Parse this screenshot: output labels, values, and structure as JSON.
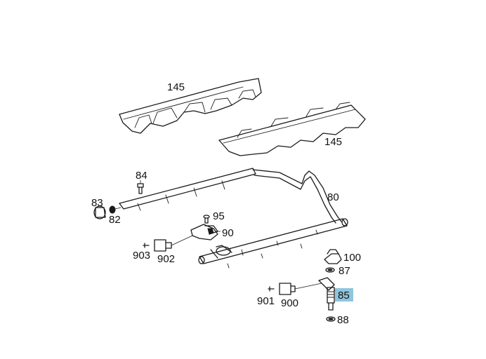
{
  "callouts": {
    "p145_top": "145",
    "p145_right": "145",
    "p84": "84",
    "p83": "83",
    "p82": "82",
    "p80": "80",
    "p95": "95",
    "p90": "90",
    "p903": "903",
    "p902": "902",
    "p100": "100",
    "p87": "87",
    "p85": "85",
    "p901": "901",
    "p900": "900",
    "p88": "88"
  },
  "colors": {
    "highlight": "#8ec5dd",
    "line": "#1a1a1a",
    "background": "#ffffff"
  }
}
